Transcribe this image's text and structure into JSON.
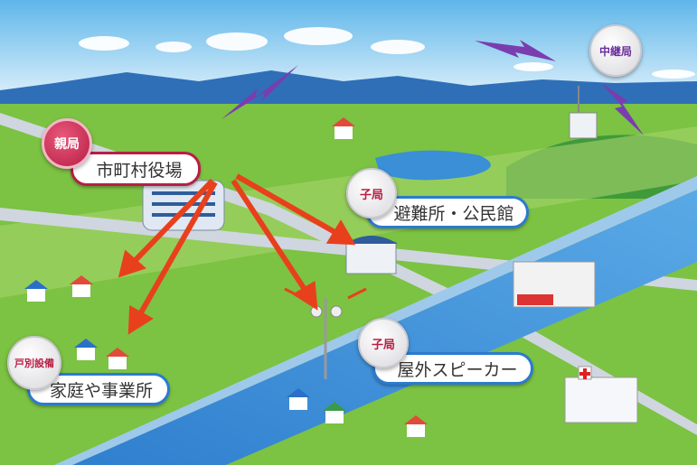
{
  "labels": {
    "main_station_badge": "親局",
    "main_station_place": "市町村役場",
    "relay_badge": "中継局",
    "sub_station_badge_1": "子局",
    "sub_station_place_1": "避難所・公民館",
    "sub_station_badge_2": "子局",
    "sub_station_place_2": "屋外スピーカー",
    "household_badge": "戸別設備",
    "household_place": "家庭や事業所"
  },
  "colors": {
    "arrow": "#e8401c",
    "radio_wave": "#7a3db0",
    "main_accent": "#b81e45",
    "sub_accent": "#2a7bd0"
  }
}
